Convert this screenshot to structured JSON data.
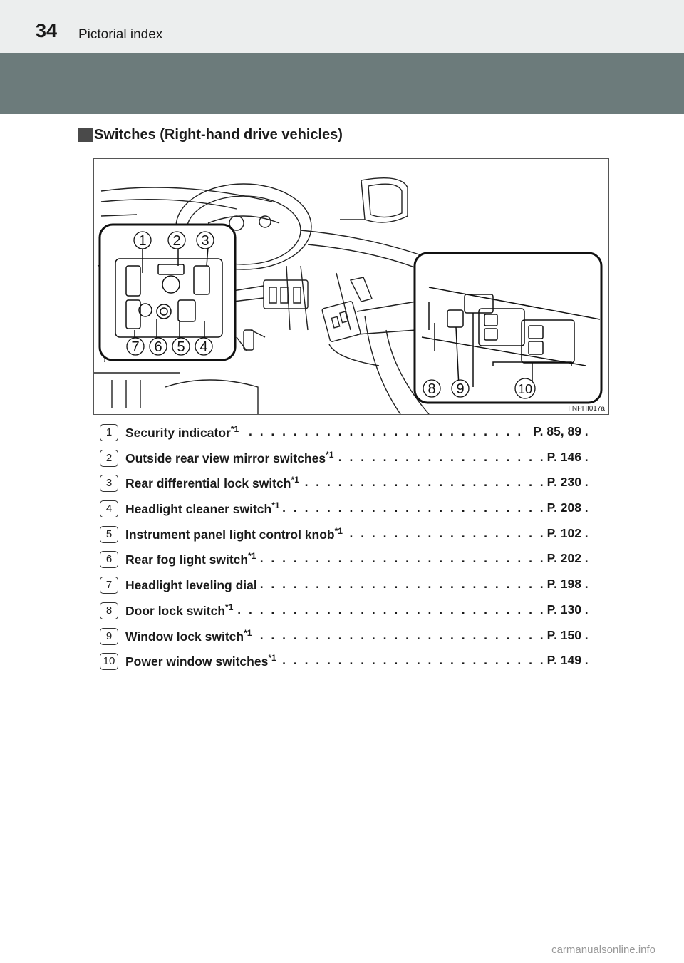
{
  "header": {
    "page_number": "34",
    "title": "Pictorial index"
  },
  "section": {
    "title": "Switches (Right-hand drive vehicles)"
  },
  "figure": {
    "code": "IINPHI017a",
    "callouts": [
      "1",
      "2",
      "3",
      "4",
      "5",
      "6",
      "7",
      "8",
      "9",
      "10"
    ]
  },
  "items": [
    {
      "num": "1",
      "label": "Security indicator",
      "sup": "*1",
      "ref": "P. 85, 89"
    },
    {
      "num": "2",
      "label": "Outside rear view mirror switches",
      "sup": "*1",
      "ref": "P. 146"
    },
    {
      "num": "3",
      "label": "Rear differential lock switch",
      "sup": "*1",
      "ref": "P. 230"
    },
    {
      "num": "4",
      "label": "Headlight cleaner switch",
      "sup": "*1",
      "ref": "P. 208"
    },
    {
      "num": "5",
      "label": "Instrument panel light control knob",
      "sup": "*1",
      "ref": "P. 102"
    },
    {
      "num": "6",
      "label": "Rear fog light switch",
      "sup": "*1",
      "ref": "P. 202"
    },
    {
      "num": "7",
      "label": "Headlight leveling dial",
      "sup": "",
      "ref": "P. 198"
    },
    {
      "num": "8",
      "label": "Door lock switch",
      "sup": "*1",
      "ref": "P. 130"
    },
    {
      "num": "9",
      "label": "Window lock switch",
      "sup": "*1",
      "ref": "P. 150"
    },
    {
      "num": "10",
      "label": "Power window switches",
      "sup": "*1",
      "ref": "P. 149"
    }
  ],
  "footer": {
    "watermark": "carmanualsonline.info"
  }
}
